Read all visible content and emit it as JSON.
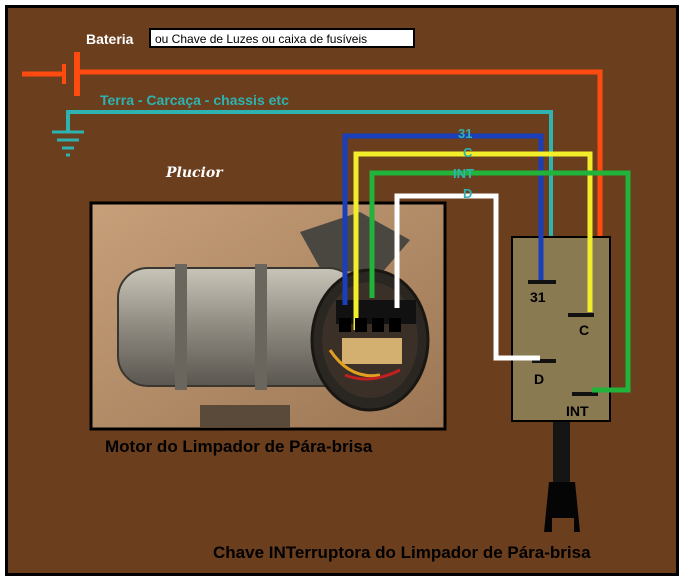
{
  "battery": {
    "label": "Bateria",
    "note": "ou Chave de Luzes ou caixa de fusíveis",
    "color": "#ff4a10"
  },
  "ground": {
    "label": "Terra - Carcaça - chassis etc",
    "color": "#2fb3b0"
  },
  "watermark": "Plucior",
  "wires": {
    "w31": {
      "label": "31",
      "color": "#1a3fb8"
    },
    "wC": {
      "label": "C",
      "color": "#f2ee2a"
    },
    "wINT": {
      "label": "INT",
      "color": "#22b33a"
    },
    "wD": {
      "label": "D",
      "color": "#ffffff"
    }
  },
  "motor": {
    "caption": "Motor do Limpador de Pára-brisa"
  },
  "switch": {
    "terminals": {
      "t31": "31",
      "tC": "C",
      "tD": "D",
      "tINT": "INT"
    },
    "caption": "Chave INTerruptora do Limpador de Pára-brisa",
    "body_color": "#8a7a52"
  }
}
